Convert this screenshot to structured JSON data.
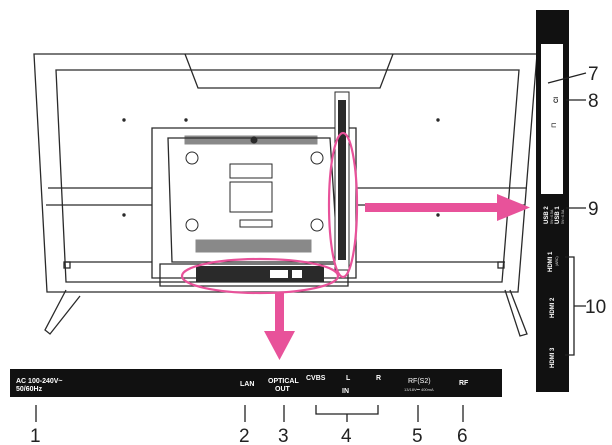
{
  "bottom_panel": {
    "power": [
      "AC 100-240V~",
      "50/60Hz"
    ],
    "lan": "LAN",
    "optical": [
      "OPTICAL",
      "OUT"
    ],
    "cvbs": "CVBS",
    "audio_l": "L",
    "audio_r": "R",
    "in": "IN",
    "rf_main": "RF(S2)",
    "rf_sub": "13/18V⎓ 400mA",
    "rf": "RF"
  },
  "side_panel": {
    "ci": "CI",
    "usb2": "USB 2",
    "usb2_spec": "5V⎓0.5A",
    "usb1": "USB 1",
    "usb1_spec": "5V⎓0.5A",
    "hdmi1": "HDMI 1",
    "hdmi1_sub": "(ARC)",
    "hdmi2": "HDMI 2",
    "hdmi3": "HDMI 3"
  },
  "callouts": [
    "1",
    "2",
    "3",
    "4",
    "5",
    "6",
    "7",
    "8",
    "9",
    "10"
  ],
  "colors": {
    "highlight": "#e8529a",
    "panel": "#111111",
    "outline": "#2a2a2a"
  }
}
